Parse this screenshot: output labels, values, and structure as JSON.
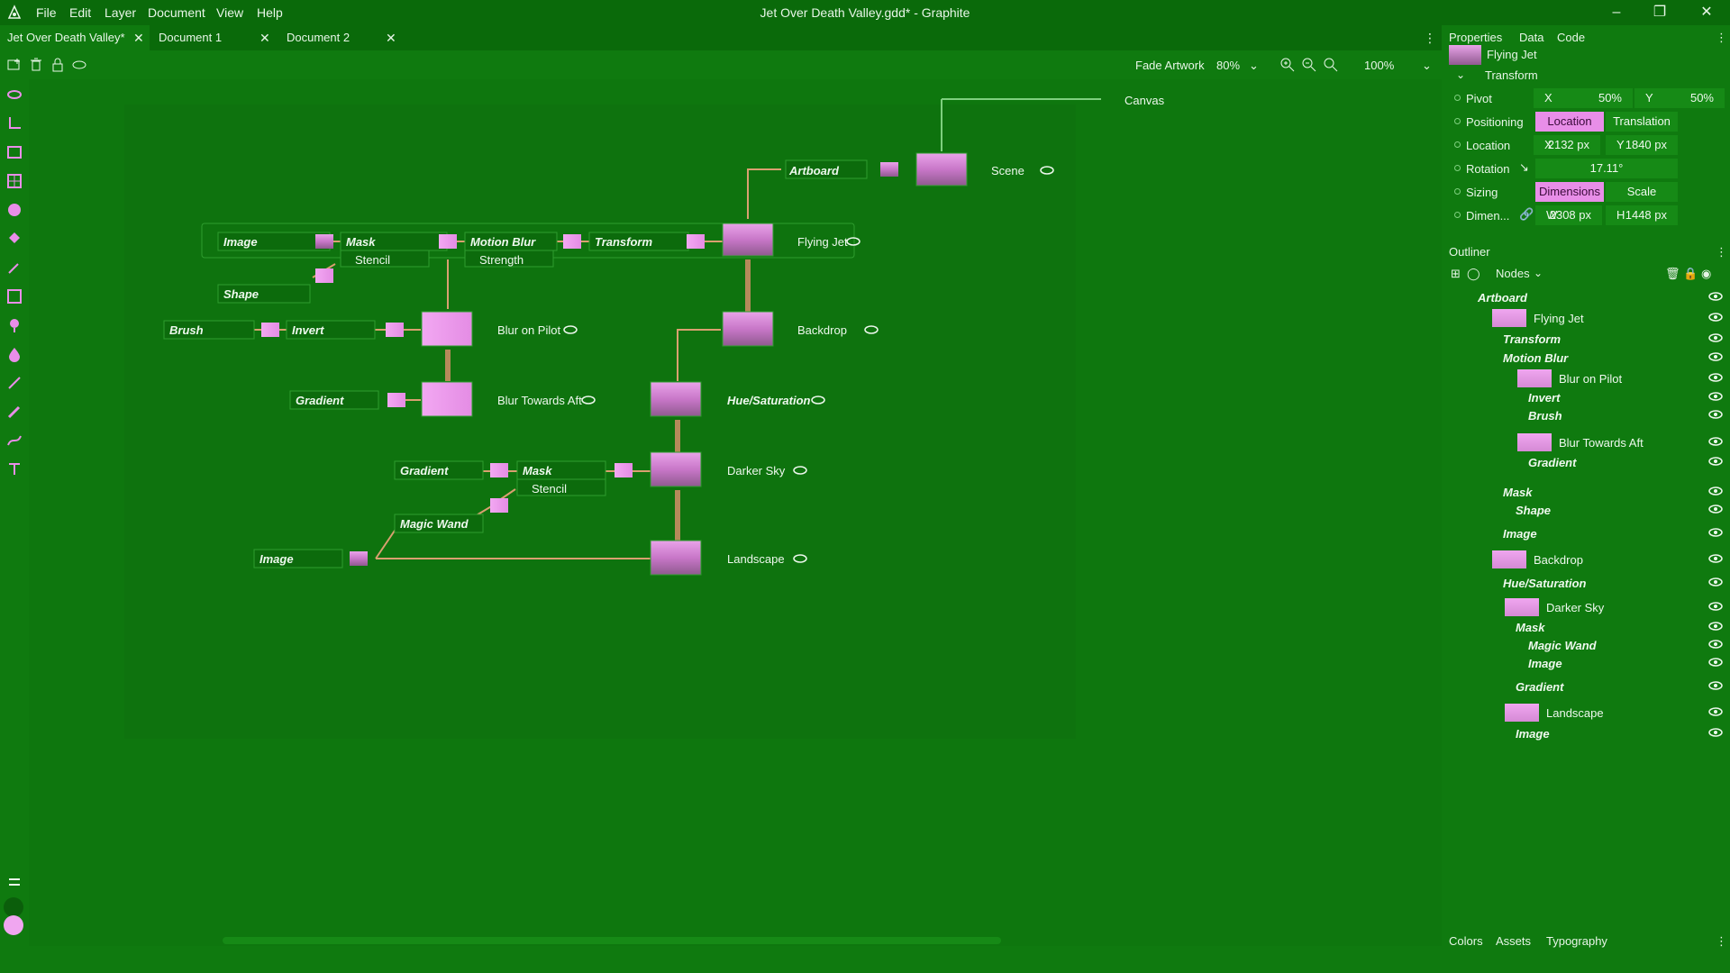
{
  "window": {
    "title": "Jet Over Death Valley.gdd* - Graphite"
  },
  "menu": [
    "File",
    "Edit",
    "Layer",
    "Document",
    "View",
    "Help"
  ],
  "tabs": [
    {
      "label": "Jet Over Death Valley*",
      "active": true
    },
    {
      "label": "Document 1",
      "active": false
    },
    {
      "label": "Document 2",
      "active": false
    }
  ],
  "toolbar": {
    "fade_label": "Fade Artwork",
    "fade_value": "80%",
    "zoom_value": "100%"
  },
  "graph": {
    "export_label": "Canvas",
    "nodes": {
      "artboard": "Artboard",
      "image1": "Image",
      "mask1": "Mask",
      "motion_blur": "Motion Blur",
      "transform": "Transform",
      "stencil1": "Stencil",
      "strength": "Strength",
      "shape": "Shape",
      "brush": "Brush",
      "invert": "Invert",
      "gradient1": "Gradient",
      "gradient2": "Gradient",
      "mask2": "Mask",
      "stencil2": "Stencil",
      "magic_wand": "Magic Wand",
      "image2": "Image"
    },
    "layers": {
      "scene": "Scene",
      "flying_jet": "Flying Jet",
      "blur_on_pilot": "Blur on Pilot",
      "backdrop": "Backdrop",
      "blur_towards_aft": "Blur Towards Aft",
      "hue_saturation": "Hue/Saturation",
      "darker_sky": "Darker Sky",
      "landscape": "Landscape"
    }
  },
  "panel": {
    "tabs": [
      "Properties",
      "Data",
      "Code"
    ],
    "layer_name": "Flying Jet",
    "section": "Transform",
    "pivot": {
      "label": "Pivot",
      "x_axis": "X",
      "x": "50%",
      "y_axis": "Y",
      "y": "50%"
    },
    "positioning": {
      "label": "Positioning",
      "opt1": "Location",
      "opt2": "Translation"
    },
    "location": {
      "label": "Location",
      "x_axis": "X",
      "x": "2132 px",
      "y_axis": "Y",
      "y": "1840 px"
    },
    "rotation": {
      "label": "Rotation",
      "value": "17.11°"
    },
    "sizing": {
      "label": "Sizing",
      "opt1": "Dimensions",
      "opt2": "Scale"
    },
    "dimensions": {
      "label": "Dimen...",
      "w_axis": "W",
      "w": "2308 px",
      "h_axis": "H",
      "h": "1448 px"
    }
  },
  "outliner": {
    "title": "Outliner",
    "filter": "Nodes",
    "rows": [
      {
        "label": "Artboard",
        "italic": true,
        "indent": 0
      },
      {
        "label": "Flying Jet",
        "italic": false,
        "indent": 1
      },
      {
        "label": "Transform",
        "italic": true,
        "indent": 2
      },
      {
        "label": "Motion Blur",
        "italic": true,
        "indent": 2
      },
      {
        "label": "Blur on Pilot",
        "italic": false,
        "indent": 3
      },
      {
        "label": "Invert",
        "italic": true,
        "indent": 4
      },
      {
        "label": "Brush",
        "italic": true,
        "indent": 4
      },
      {
        "label": "Blur Towards Aft",
        "italic": false,
        "indent": 3
      },
      {
        "label": "Gradient",
        "italic": true,
        "indent": 4
      },
      {
        "label": "Mask",
        "italic": true,
        "indent": 2
      },
      {
        "label": "Shape",
        "italic": true,
        "indent": 3
      },
      {
        "label": "Image",
        "italic": true,
        "indent": 2
      },
      {
        "label": "Backdrop",
        "italic": false,
        "indent": 1
      },
      {
        "label": "Hue/Saturation",
        "italic": true,
        "indent": 2
      },
      {
        "label": "Darker Sky",
        "italic": false,
        "indent": 2
      },
      {
        "label": "Mask",
        "italic": true,
        "indent": 3
      },
      {
        "label": "Magic Wand",
        "italic": true,
        "indent": 4
      },
      {
        "label": "Image",
        "italic": true,
        "indent": 4
      },
      {
        "label": "Gradient",
        "italic": true,
        "indent": 3
      },
      {
        "label": "Landscape",
        "italic": false,
        "indent": 2
      },
      {
        "label": "Image",
        "italic": true,
        "indent": 3
      }
    ]
  },
  "bottom_tabs": [
    "Colors",
    "Assets",
    "Typography"
  ],
  "colors": {
    "accent": "#e88ee8",
    "wire": "#d9a070",
    "bg": "#0f7a0f"
  }
}
